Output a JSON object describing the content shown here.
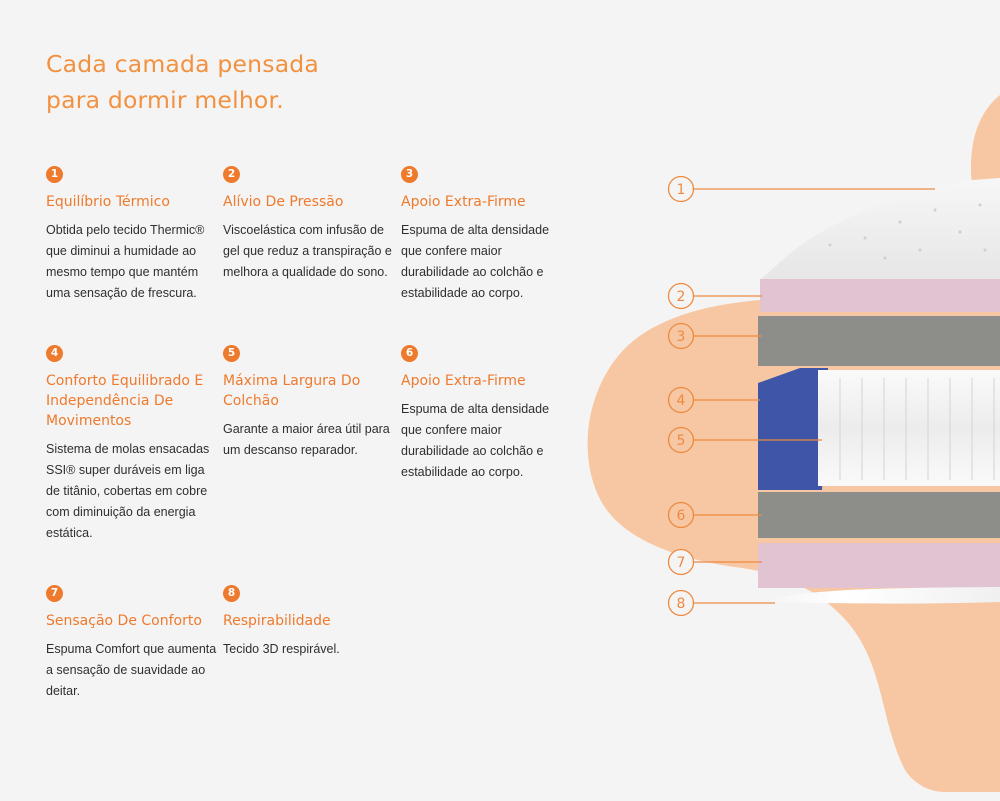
{
  "headline": [
    "Cada camada pensada",
    "para dormir melhor."
  ],
  "features": [
    {
      "number": "1",
      "title": "Equilíbrio Térmico",
      "description": "Obtida pelo tecido Thermic® que diminui a humidade ao mesmo tempo que mantém uma sensação de frescura."
    },
    {
      "number": "2",
      "title": "Alívio De Pressão",
      "description": "Viscoelástica com infusão de gel que reduz a transpiração e melhora a qualidade do sono."
    },
    {
      "number": "3",
      "title": "Apoio Extra-Firme",
      "description": "Espuma de alta densidade que confere maior durabilidade ao colchão e estabilidade ao corpo."
    },
    {
      "number": "4",
      "title": "Conforto Equilibrado E Independência De Movimentos",
      "description": "Sistema de molas ensacadas SSI® super duráveis em liga de titânio, cobertas em cobre com diminuição da energia estática."
    },
    {
      "number": "5",
      "title": "Máxima Largura Do Colchão",
      "description": "Garante a maior área útil para um descanso reparador."
    },
    {
      "number": "6",
      "title": "Apoio Extra-Firme",
      "description": "Espuma de alta densidade que confere maior durabilidade ao colchão e estabilidade ao corpo."
    },
    {
      "number": "7",
      "title": "Sensação De Conforto",
      "description": "Espuma Comfort que aumenta a sensação de suavidade ao deitar."
    },
    {
      "number": "8",
      "title": "Respirabilidade",
      "description": "Tecido 3D respirável."
    }
  ],
  "layer_callouts": [
    "1",
    "2",
    "3",
    "4",
    "5",
    "6",
    "7",
    "8"
  ],
  "colors": {
    "accent": "#ee7a2d",
    "headline": "#f2913f",
    "blob": "#f6c7a2",
    "cover": "#eeeeee",
    "gel_foam": "#e2c3d2",
    "firm_foam": "#8d8d8a",
    "side_foam": "#3f55a8",
    "springs": "#f3f3f3",
    "background": "#f5f4f4"
  }
}
